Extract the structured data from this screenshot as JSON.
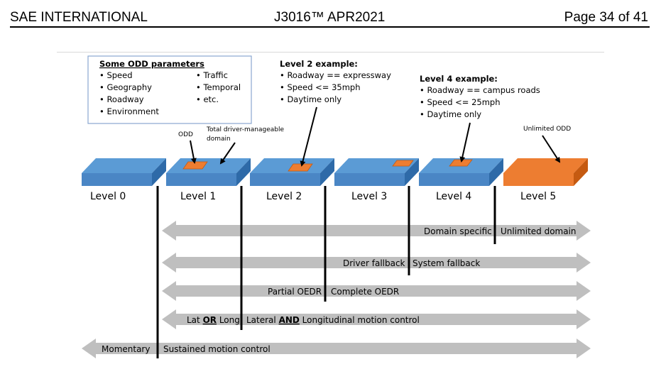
{
  "header": {
    "org": "SAE INTERNATIONAL",
    "doc": "J3016™ APR2021",
    "page": "Page 34 of 41"
  },
  "odd_box": {
    "title": "Some ODD parameters",
    "title_suffix": ":",
    "col1": [
      "• Speed",
      "• Geography",
      "• Roadway",
      "• Environment"
    ],
    "col2": [
      "• Traffic",
      "• Temporal",
      "• etc."
    ]
  },
  "level2_example": {
    "title": "Level 2 example:",
    "items": [
      "• Roadway == expressway",
      "• Speed <= 35mph",
      "• Daytime only"
    ]
  },
  "level4_example": {
    "title": "Level 4 example:",
    "items": [
      "• Roadway == campus roads",
      "• Speed <= 25mph",
      "• Daytime only"
    ]
  },
  "annotations": {
    "odd": "ODD",
    "total_line1": "Total driver-manageable",
    "total_line2": "domain",
    "unlimited": "Unlimited ODD"
  },
  "levels": [
    "Level 0",
    "Level 1",
    "Level 2",
    "Level 3",
    "Level 4",
    "Level 5"
  ],
  "arrows": {
    "domain_specific": "Domain specific",
    "unlimited_domain": "Unlimited domain",
    "driver_fallback": "Driver fallback",
    "system_fallback": "System fallback",
    "partial_oedr": "Partial OEDR",
    "complete_oedr": "Complete OEDR",
    "lat": "Lat ",
    "or": "OR",
    "long": " Long",
    "lateral": "Lateral ",
    "and": "AND",
    "longitudinal": " Longitudinal motion control",
    "momentary": "Momentary",
    "sustained": "Sustained motion control"
  },
  "colors": {
    "platform_top": "#5b9bd5",
    "platform_front": "#4a86c5",
    "platform_side": "#2e6aa8",
    "odd_orange": "#ed7d31",
    "odd_orange_dark": "#c55a11",
    "arrow_gray": "#bfbfbf",
    "box_border": "#8aa7d0"
  }
}
